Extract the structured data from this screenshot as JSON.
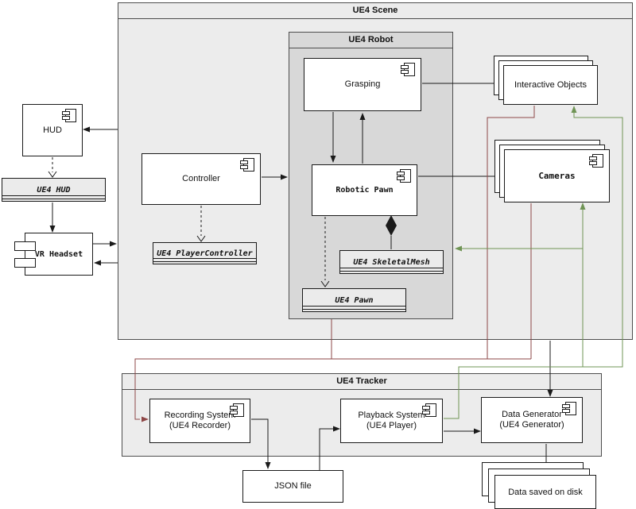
{
  "containers": {
    "scene": {
      "title": "UE4 Scene"
    },
    "robot": {
      "title": "UE4 Robot"
    },
    "tracker": {
      "title": "UE4 Tracker"
    }
  },
  "nodes": {
    "hud": {
      "label": "HUD"
    },
    "ue4_hud": {
      "label": "UE4 HUD"
    },
    "vr_headset": {
      "label": "VR Headset"
    },
    "controller": {
      "label": "Controller"
    },
    "ue4_playercontroller": {
      "label": "UE4 PlayerController"
    },
    "grasping": {
      "label": "Grasping"
    },
    "robotic_pawn": {
      "label": "Robotic Pawn"
    },
    "ue4_skeletalmesh": {
      "label": "UE4 SkeletalMesh"
    },
    "ue4_pawn": {
      "label": "UE4 Pawn"
    },
    "interactive_objects": {
      "label": "Interactive Objects"
    },
    "cameras": {
      "label": "Cameras"
    },
    "recording_system": {
      "label": "Recording System",
      "sublabel": "(UE4 Recorder)"
    },
    "playback_system": {
      "label": "Playback System",
      "sublabel": "(UE4 Player)"
    },
    "data_generator": {
      "label": "Data Generator",
      "sublabel": "(UE4 Generator)"
    },
    "json_file": {
      "label": "JSON file"
    },
    "data_saved_on_disk": {
      "label": "Data saved on disk"
    }
  },
  "colors": {
    "link": "#1a1a1a",
    "record": "#8e4747",
    "playback": "#6f9455"
  }
}
